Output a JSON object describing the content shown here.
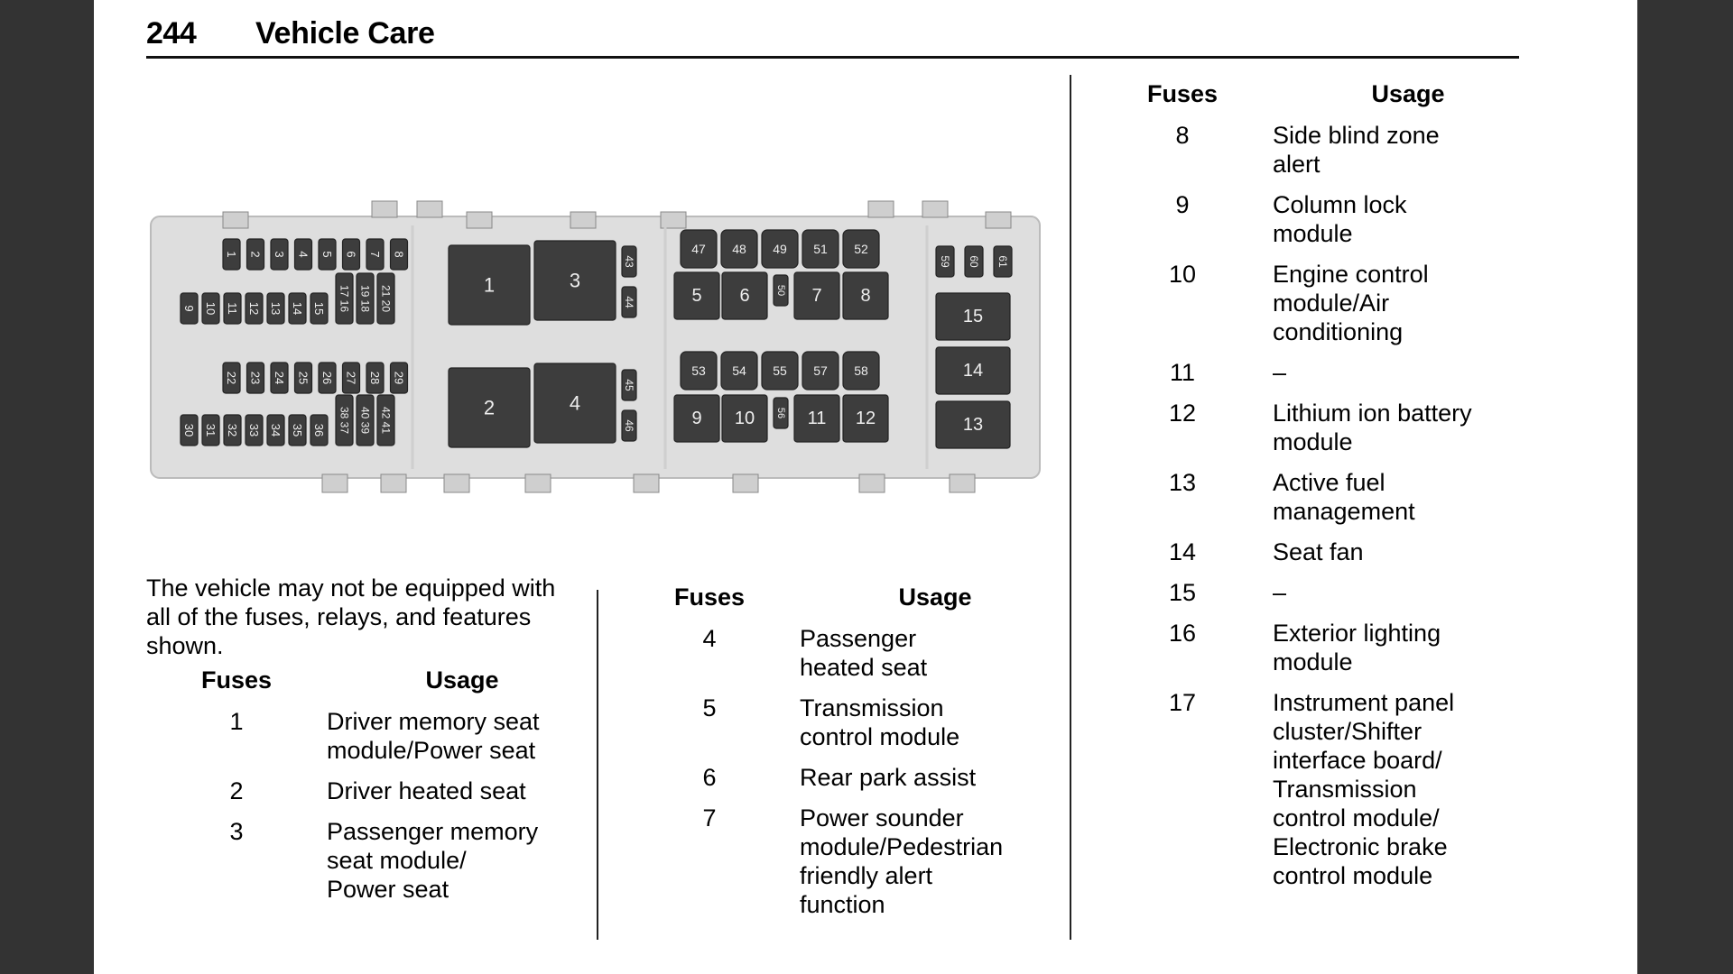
{
  "header": {
    "page_number": "244",
    "section_title": "Vehicle Care"
  },
  "diagram": {
    "description": "Fuse/relay block layout",
    "mini_fuses_left_top_row": [
      "1",
      "2",
      "3",
      "4",
      "5",
      "6",
      "7",
      "8"
    ],
    "mini_fuses_left_second_row": [
      "9",
      "10",
      "11",
      "12",
      "13",
      "14",
      "15"
    ],
    "mini_fuse_pairs_left_upper": [
      [
        "17",
        "16"
      ],
      [
        "19",
        "18"
      ],
      [
        "21",
        "20"
      ]
    ],
    "mini_fuses_left_third_row": [
      "22",
      "23",
      "24",
      "25",
      "26",
      "27",
      "28",
      "29"
    ],
    "mini_fuses_left_bottom_row": [
      "30",
      "31",
      "32",
      "33",
      "34",
      "35",
      "36"
    ],
    "mini_fuse_pairs_left_lower": [
      [
        "38",
        "37"
      ],
      [
        "40",
        "39"
      ],
      [
        "42",
        "41"
      ]
    ],
    "large_relays_center": [
      "1",
      "3",
      "2",
      "4"
    ],
    "side_fuses_center": [
      "43",
      "44",
      "45",
      "46"
    ],
    "cartridge_fuses_top": [
      "47",
      "48",
      "49",
      "51",
      "52"
    ],
    "relays_top": [
      "5",
      "6",
      "7",
      "8"
    ],
    "small_fuse_top_middle": "50",
    "cartridge_fuses_bottom": [
      "53",
      "54",
      "55",
      "57",
      "58"
    ],
    "relays_bottom": [
      "9",
      "10",
      "11",
      "12"
    ],
    "small_fuse_bottom_middle": "56",
    "mini_fuses_right": [
      "59",
      "60",
      "61"
    ],
    "relays_right": [
      "15",
      "14",
      "13"
    ]
  },
  "intro_text": "The vehicle may not be equipped with all of the fuses, relays, and features shown.",
  "table_headers": {
    "fuses": "Fuses",
    "usage": "Usage"
  },
  "tables": [
    {
      "rows": [
        {
          "fuse": "1",
          "usage": [
            "Driver memory seat",
            "module/Power seat"
          ]
        },
        {
          "fuse": "2",
          "usage": [
            "Driver heated seat"
          ]
        },
        {
          "fuse": "3",
          "usage": [
            "Passenger memory",
            "seat module/",
            "Power seat"
          ]
        }
      ]
    },
    {
      "rows": [
        {
          "fuse": "4",
          "usage": [
            "Passenger",
            "heated seat"
          ]
        },
        {
          "fuse": "5",
          "usage": [
            "Transmission",
            "control module"
          ]
        },
        {
          "fuse": "6",
          "usage": [
            "Rear park assist"
          ]
        },
        {
          "fuse": "7",
          "usage": [
            "Power sounder",
            "module/Pedestrian",
            "friendly alert",
            "function"
          ]
        }
      ]
    },
    {
      "rows": [
        {
          "fuse": "8",
          "usage": [
            "Side blind zone",
            "alert"
          ]
        },
        {
          "fuse": "9",
          "usage": [
            "Column lock",
            "module"
          ]
        },
        {
          "fuse": "10",
          "usage": [
            "Engine control",
            "module/Air",
            "conditioning"
          ]
        },
        {
          "fuse": "11",
          "usage": [
            "–"
          ]
        },
        {
          "fuse": "12",
          "usage": [
            "Lithium ion battery",
            "module"
          ]
        },
        {
          "fuse": "13",
          "usage": [
            "Active fuel",
            "management"
          ]
        },
        {
          "fuse": "14",
          "usage": [
            "Seat fan"
          ]
        },
        {
          "fuse": "15",
          "usage": [
            "–"
          ]
        },
        {
          "fuse": "16",
          "usage": [
            "Exterior lighting",
            "module"
          ]
        },
        {
          "fuse": "17",
          "usage": [
            "Instrument panel",
            "cluster/Shifter",
            "interface board/",
            "Transmission",
            "control module/",
            "Electronic brake",
            "control module"
          ]
        }
      ]
    }
  ]
}
